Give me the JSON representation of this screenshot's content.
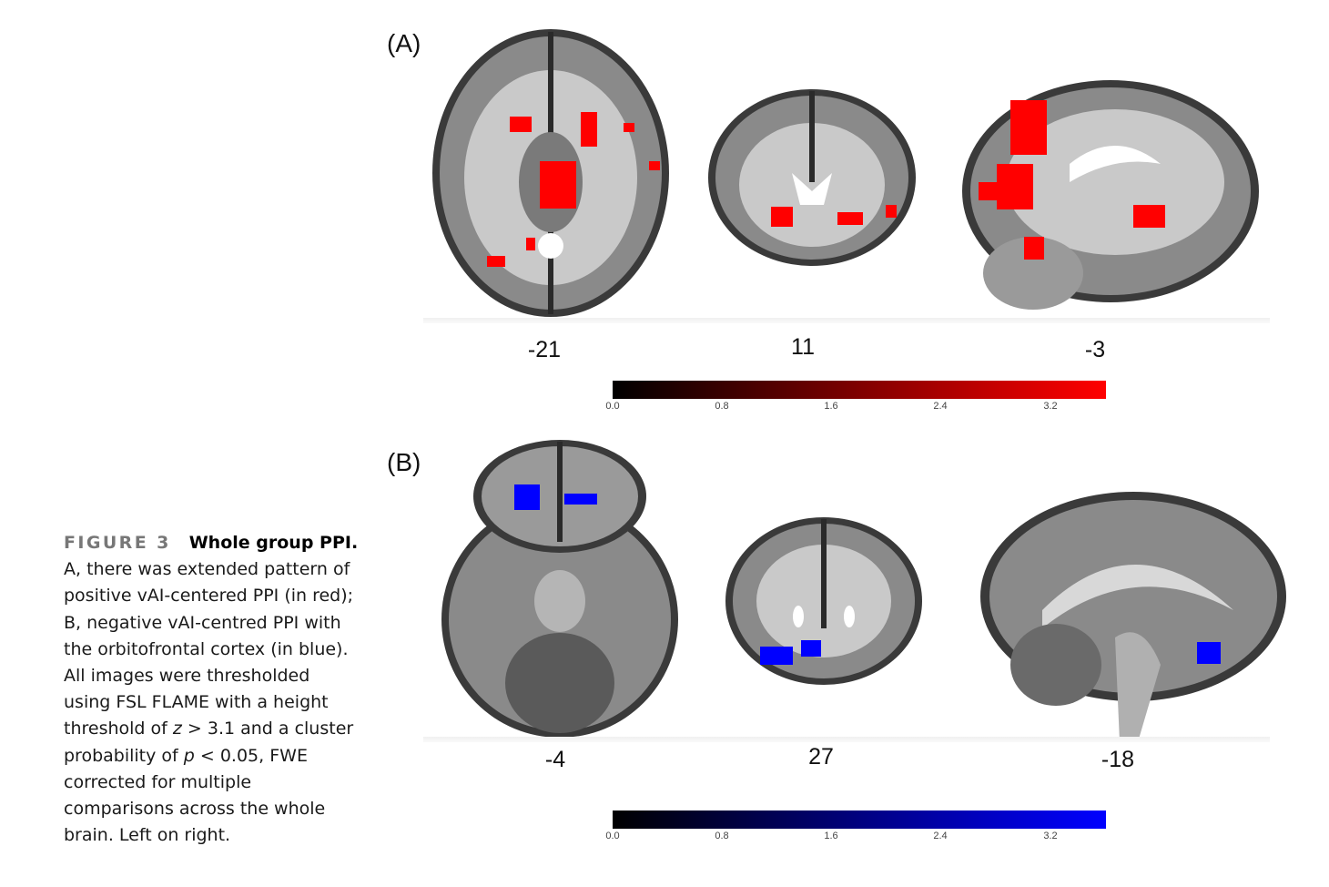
{
  "figure": {
    "panel_a_label": "(A)",
    "panel_b_label": "(B)"
  },
  "panel_a": {
    "coordinates": [
      "-21",
      "11",
      "-3"
    ],
    "colorbar": {
      "color_start": "#000000",
      "color_end": "#ff0000",
      "ticks": [
        "0.0",
        "0.8",
        "1.6",
        "2.4",
        "3.2"
      ]
    }
  },
  "panel_b": {
    "coordinates": [
      "-4",
      "27",
      "-18"
    ],
    "colorbar": {
      "color_start": "#000000",
      "color_end": "#0000ff",
      "ticks": [
        "0.0",
        "0.8",
        "1.6",
        "2.4",
        "3.2"
      ]
    }
  },
  "caption": {
    "label": "FIGURE 3",
    "title": "Whole group PPI.",
    "text_1": " A, there was extended pattern of positive vAI-centered PPI (in red); B, negative vAI-centred PPI with the orbitofrontal cortex (in blue). All images were thresholded using FSL FLAME with a height threshold of ",
    "z_var": "z",
    "text_2": " > 3.1 and a cluster probability of ",
    "p_var": "p",
    "text_3": " < 0.05, FWE corrected for multiple comparisons across the whole brain. Left on right."
  }
}
